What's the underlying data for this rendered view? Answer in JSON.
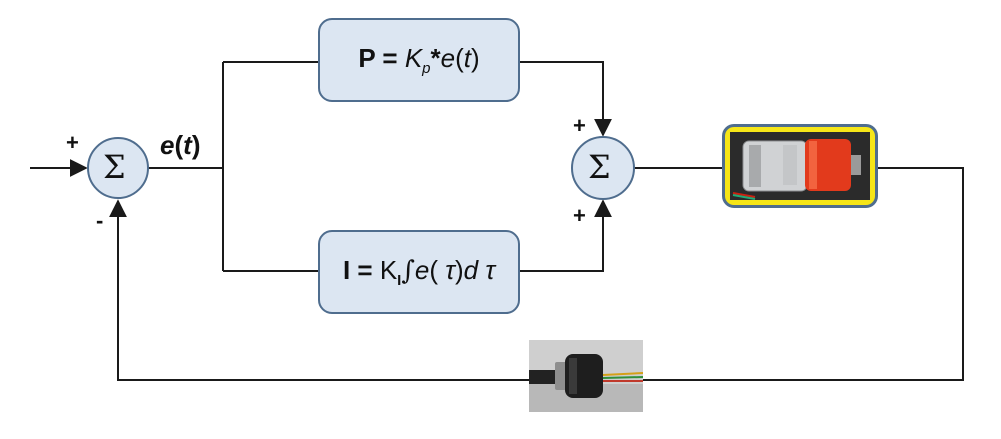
{
  "diagram": {
    "input_sum": {
      "symbol": "Σ",
      "plus_sign": "+",
      "minus_sign": "-"
    },
    "error_label": {
      "italic": "e",
      "paren_open": "(",
      "var": "t",
      "paren_close": ")"
    },
    "p_block": {
      "label": "P",
      "equals": " = ",
      "gain": "K",
      "gain_sub": "p",
      "times": "*",
      "func": "e",
      "arg_open": "(",
      "arg": "t",
      "arg_close": ")"
    },
    "i_block": {
      "label": "I",
      "equals": " = ",
      "gain": "K",
      "gain_sub": "I",
      "integral": "∫",
      "func": "e",
      "arg_open": "( ",
      "arg": "τ",
      "arg_close": ")",
      "d": "d",
      "tau": " τ"
    },
    "output_sum": {
      "symbol": "Σ",
      "plus_top": "+",
      "plus_bottom": "+"
    },
    "plant": {
      "image": "dc-motor-photo"
    },
    "sensor": {
      "image": "rotary-sensor-photo"
    },
    "colors": {
      "block_fill": "#dce6f2",
      "block_border": "#4f6d8e",
      "plant_frame": "#f6e618",
      "wire": "#1a1a1a"
    }
  }
}
